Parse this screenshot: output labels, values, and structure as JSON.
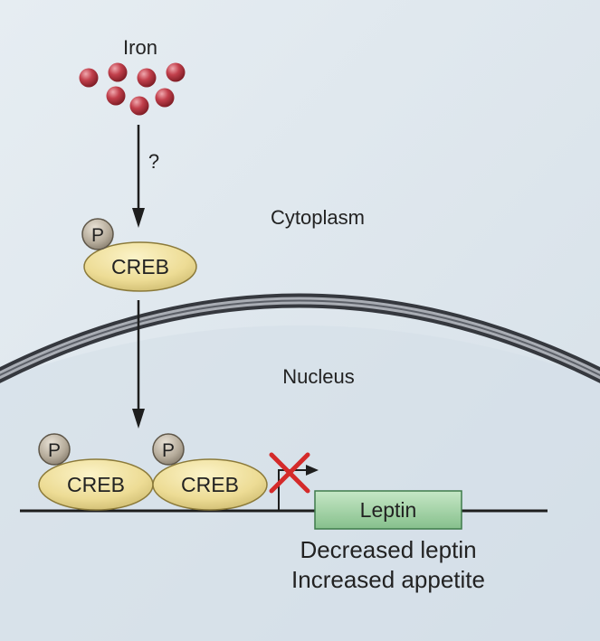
{
  "labels": {
    "iron": "Iron",
    "unknown": "?",
    "cytoplasm": "Cytoplasm",
    "nucleus": "Nucleus",
    "phospho": "P",
    "creb": "CREB",
    "gene": "Leptin",
    "outcome_1": "Decreased leptin",
    "outcome_2": "Increased appetite"
  },
  "colors": {
    "background": "#dfe7ee",
    "iron_particle": "#b0343e",
    "creb_fill": "#ecdc97",
    "phospho_fill": "#b8ae9d",
    "gene_fill": "#9fd0a4",
    "block_x": "#d42a2a",
    "membrane": "#55585f"
  }
}
